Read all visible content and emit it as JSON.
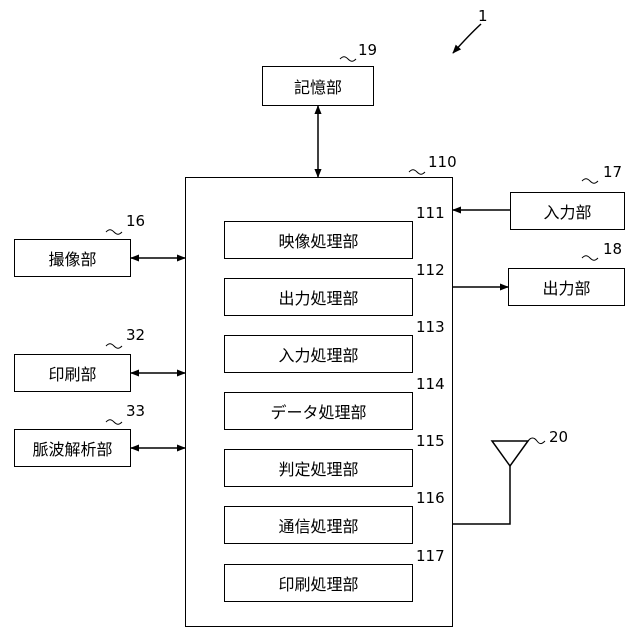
{
  "figure_number": "1",
  "memory": {
    "label": "記憶部",
    "ref": "19"
  },
  "controller": {
    "ref": "110"
  },
  "processing_units": [
    {
      "label": "映像処理部",
      "ref": "111"
    },
    {
      "label": "出力処理部",
      "ref": "112"
    },
    {
      "label": "入力処理部",
      "ref": "113"
    },
    {
      "label": "データ処理部",
      "ref": "114"
    },
    {
      "label": "判定処理部",
      "ref": "115"
    },
    {
      "label": "通信処理部",
      "ref": "116"
    },
    {
      "label": "印刷処理部",
      "ref": "117"
    }
  ],
  "left_units": [
    {
      "label": "撮像部",
      "ref": "16"
    },
    {
      "label": "印刷部",
      "ref": "32"
    },
    {
      "label": "脈波解析部",
      "ref": "33"
    }
  ],
  "input_unit": {
    "label": "入力部",
    "ref": "17"
  },
  "output_unit": {
    "label": "出力部",
    "ref": "18"
  },
  "antenna": {
    "ref": "20"
  }
}
